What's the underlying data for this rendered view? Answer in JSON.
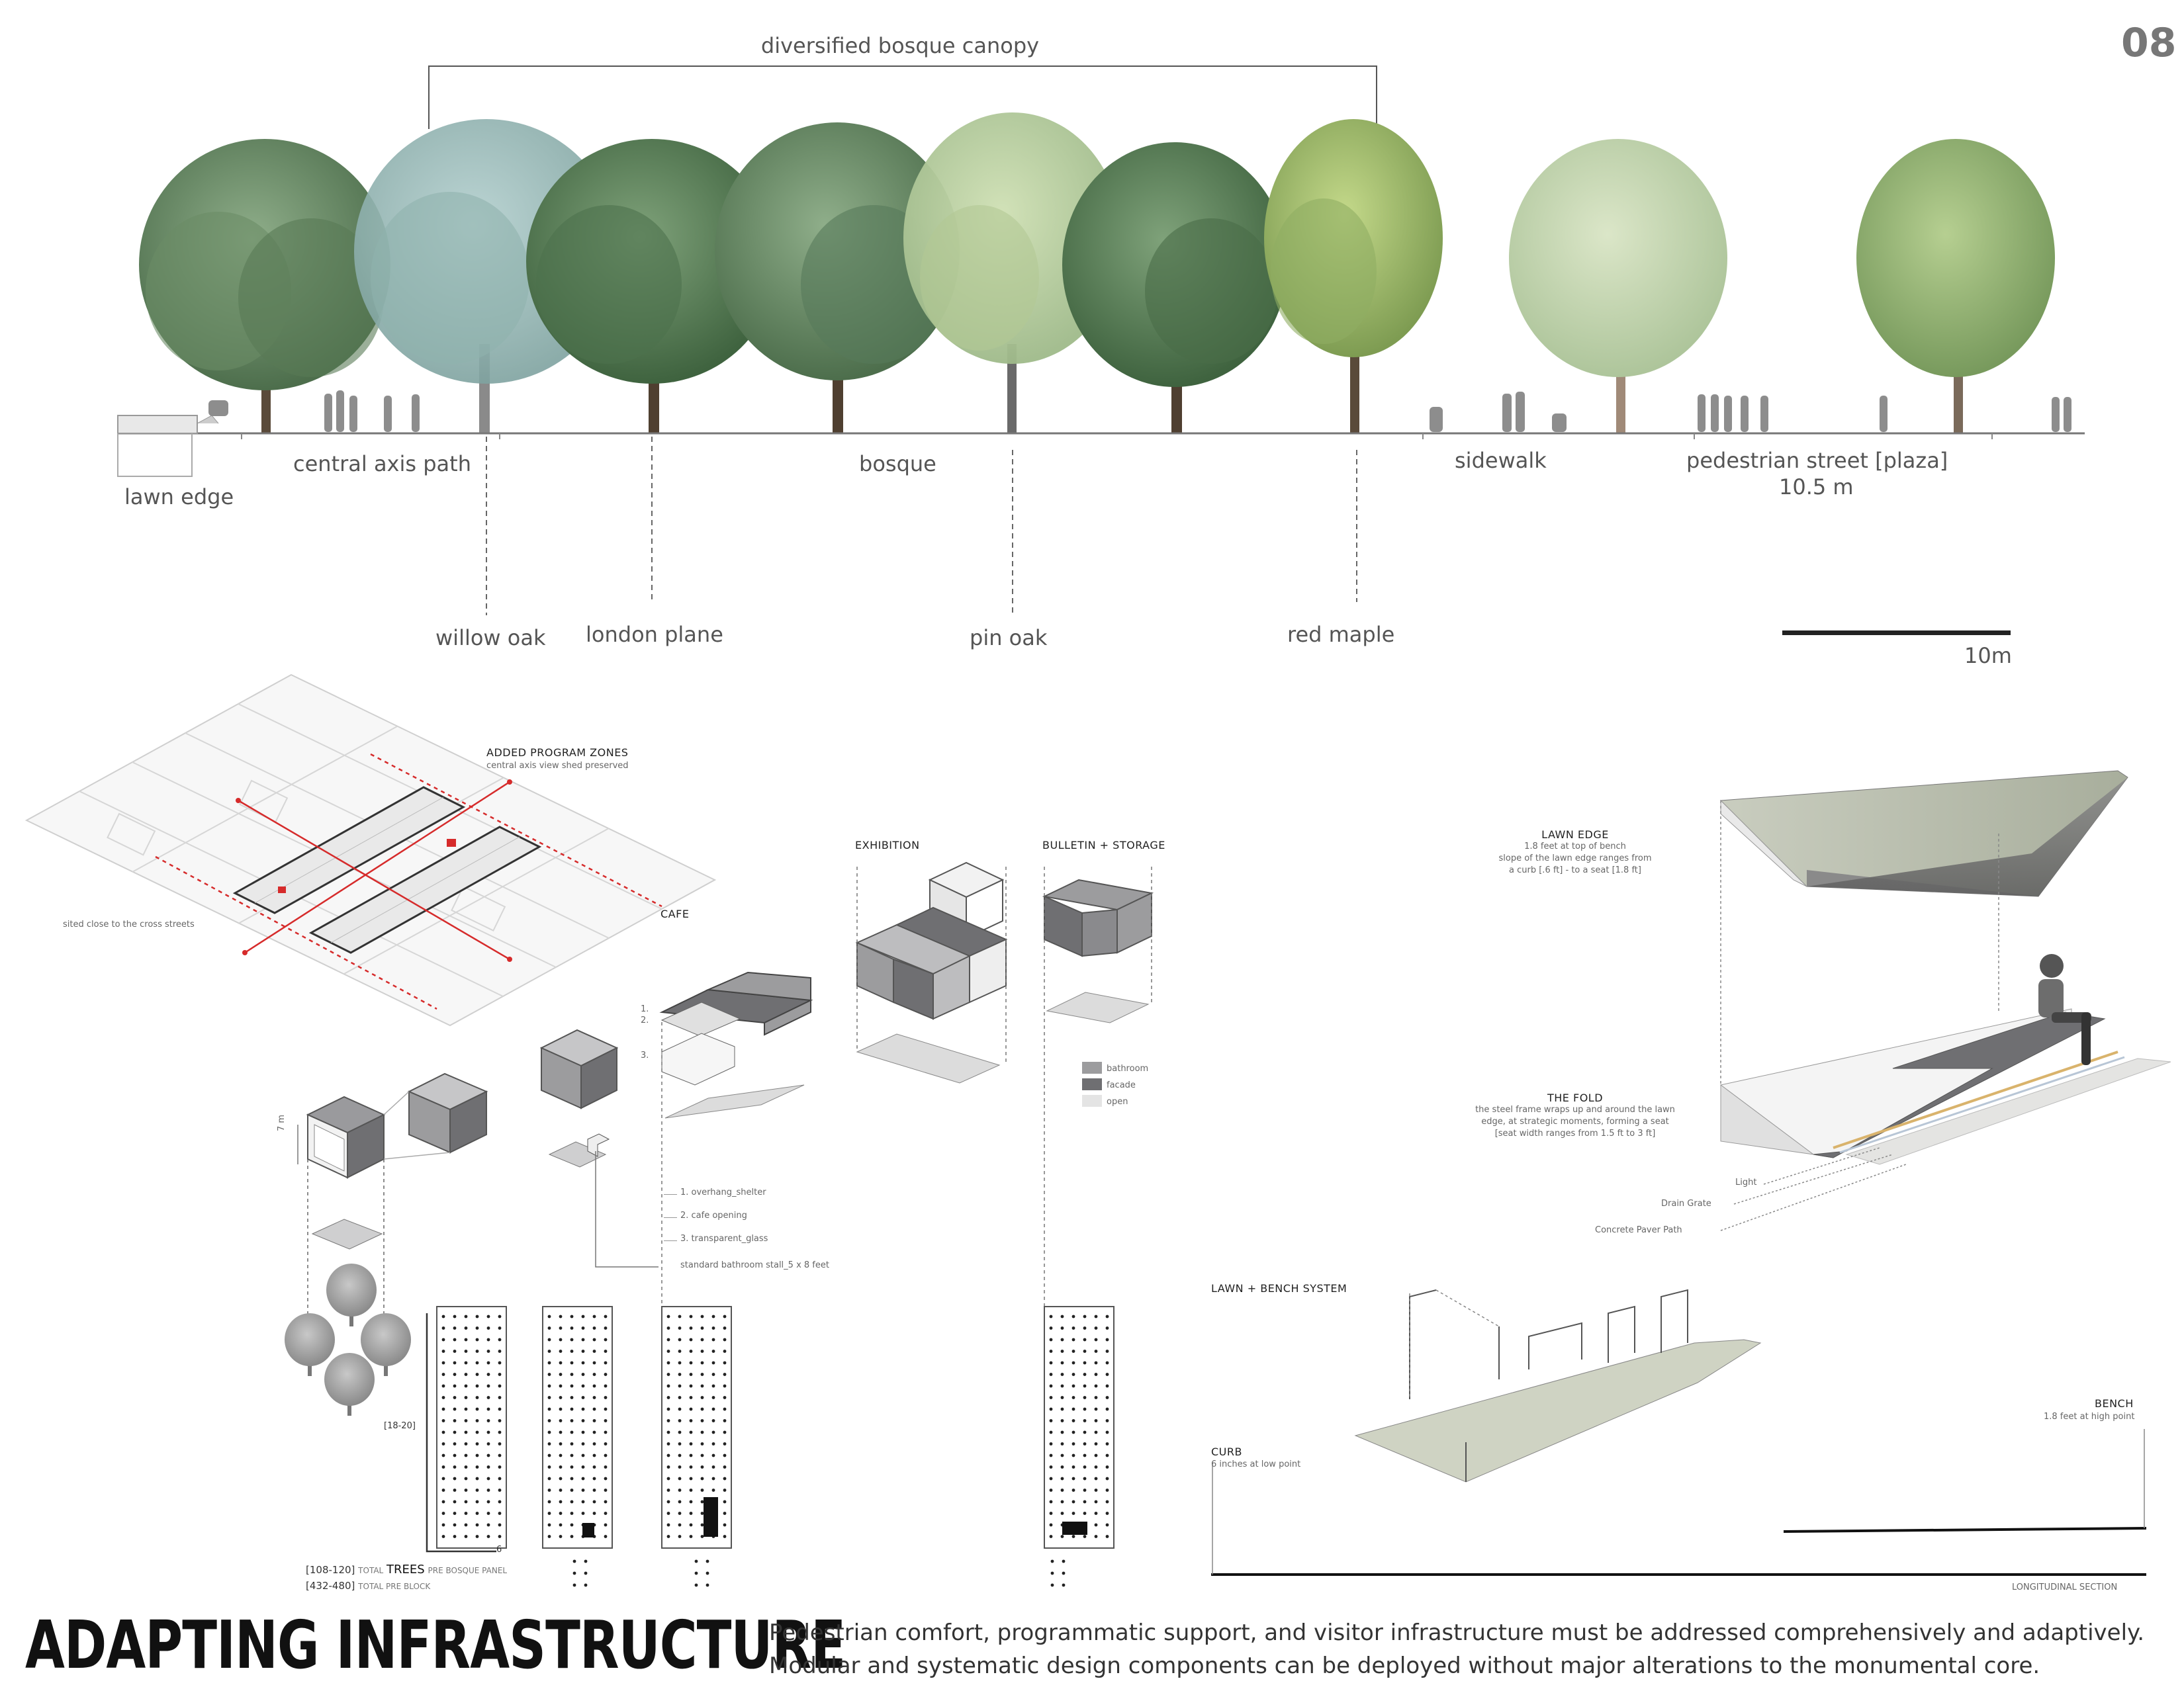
{
  "page_number": "08",
  "section": {
    "bracket_label": "diversified bosque canopy",
    "zones": {
      "lawn_edge": "lawn edge",
      "central_axis_path": "central axis path",
      "bosque": "bosque",
      "sidewalk": "sidewalk",
      "pedestrian_street": "pedestrian street [plaza]",
      "pedestrian_street_width": "10.5 m"
    },
    "species": [
      "willow oak",
      "london plane",
      "pin oak",
      "red maple"
    ],
    "scale_label": "10m"
  },
  "map": {
    "title": "ADDED PROGRAM ZONES",
    "subtitle": "central axis view shed preserved",
    "side_note": "sited close to the cross streets"
  },
  "modules": {
    "cafe": "CAFE",
    "exhibition": "EXHIBITION",
    "bulletin": "BULLETIN + STORAGE",
    "height_label": "7 m",
    "cafe_layers": [
      "1.",
      "2.",
      "3."
    ],
    "notes": [
      "1. overhang_shelter",
      "2. cafe opening",
      "3. transparent_glass",
      "standard bathroom stall_5 x 8 feet"
    ],
    "legend": [
      "bathroom",
      "facade",
      "open"
    ],
    "grid_axis": "[18-20]",
    "grid_axis_bottom": "6",
    "totals": [
      {
        "range": "[108-120]",
        "pre": "TOTAL",
        "word": "TREES",
        "post": "PRE BOSQUE PANEL"
      },
      {
        "range": "[432-480]",
        "pre": "TOTAL PRE BLOCK",
        "word": "",
        "post": ""
      }
    ]
  },
  "bench": {
    "lawn_edge_title": "LAWN EDGE",
    "lawn_edge_text": [
      "1.8 feet at top of bench",
      "slope of the lawn edge ranges from",
      "a curb [.6 ft] - to a seat [1.8 ft]"
    ],
    "fold_title": "THE FOLD",
    "fold_text": [
      "the steel frame wraps up and around the lawn",
      "edge, at strategic moments, forming a seat",
      "[seat width ranges from 1.5 ft to 3 ft]"
    ],
    "callouts": [
      "Light",
      "Drain Grate",
      "Concrete Paver Path"
    ],
    "system_title": "LAWN + BENCH SYSTEM",
    "curb_title": "CURB",
    "curb_text": "6 inches at low point",
    "bench_title": "BENCH",
    "bench_text": "1.8 feet at high point",
    "section_label": "LONGITUDINAL SECTION"
  },
  "footer": {
    "title": "ADAPTING INFRASTRUCTURE",
    "description": "Pedestrian comfort, programmatic support, and visitor infrastructure must be addressed comprehensively and adaptively. Modular and systematic design components can be deployed without major alterations to the monumental core."
  },
  "colors": {
    "accent_red": "#d62b2b",
    "tree_green": "#5b7d58",
    "bathroom_grey": "#9c9c9e",
    "facade_grey": "#6f6f72",
    "open_grey": "#e4e4e4",
    "lawn": "#cfd3c3"
  }
}
